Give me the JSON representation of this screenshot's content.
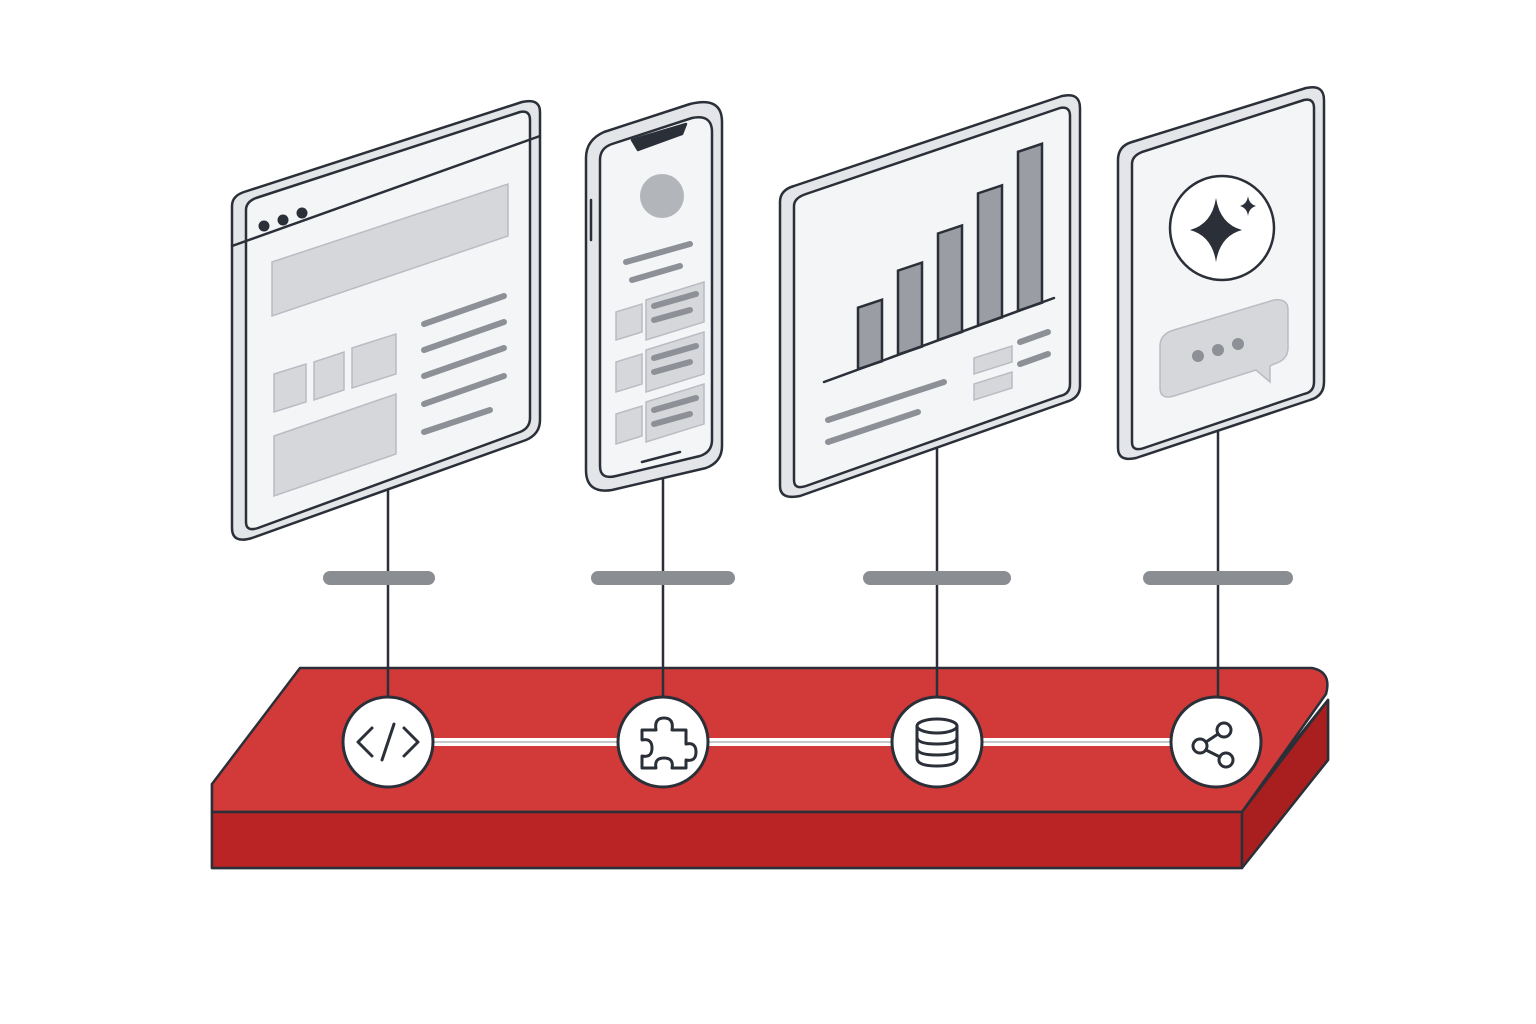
{
  "colors": {
    "platform_top": "#d23a3a",
    "platform_front": "#bb2424",
    "ink": "#2a2f38",
    "panel": "#f4f5f7",
    "placeholder": "#d5d7db",
    "connector_dash": "#8a8d92"
  },
  "panels": [
    {
      "name": "browser-window",
      "icon": "window-icon"
    },
    {
      "name": "mobile-phone",
      "icon": "phone-icon"
    },
    {
      "name": "analytics-chart",
      "icon": "bar-chart-icon"
    },
    {
      "name": "assistant-card",
      "icon": "sparkle-chat-icon"
    }
  ],
  "nodes": [
    {
      "name": "code-node",
      "icon": "code-icon"
    },
    {
      "name": "plugin-node",
      "icon": "puzzle-icon"
    },
    {
      "name": "database-node",
      "icon": "database-icon"
    },
    {
      "name": "share-node",
      "icon": "share-icon"
    }
  ],
  "chart_bars": [
    0.25,
    0.4,
    0.55,
    0.72,
    0.9
  ]
}
